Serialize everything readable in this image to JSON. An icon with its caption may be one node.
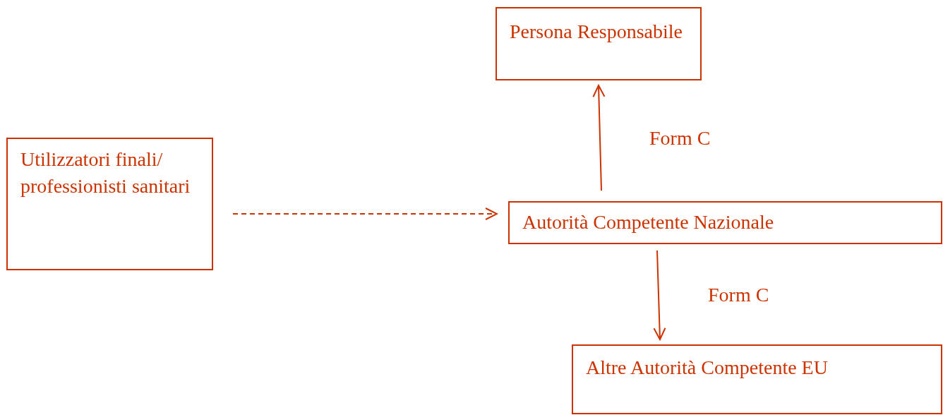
{
  "diagram": {
    "nodes": [
      {
        "text": [
          "Persona Responsabile"
        ]
      },
      {
        "text": [
          "Utilizzatori finali/ professionisti sanitari"
        ]
      },
      {
        "text": [
          "Autorità Competente Nazionale"
        ]
      },
      {
        "text": [
          "Altre Autorità Competente EU"
        ]
      }
    ],
    "edges": [
      {
        "from": 1,
        "to": 2,
        "arrow": "to",
        "style": "dashed"
      },
      {
        "from": 2,
        "to": 0,
        "arrow": "to",
        "label": "Form C"
      },
      {
        "from": 2,
        "to": 3,
        "arrow": "to",
        "label": "Form C"
      }
    ]
  }
}
